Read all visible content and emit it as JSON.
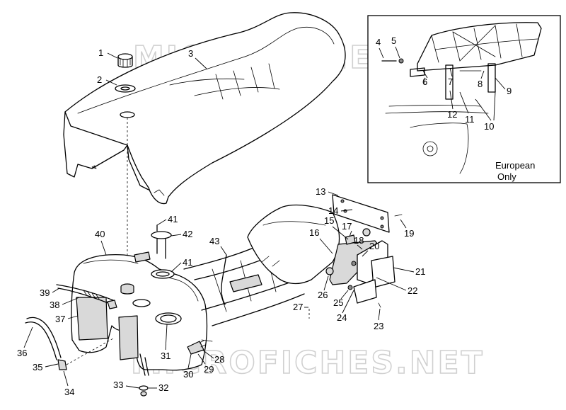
{
  "watermark": "MICROFICHES.NET",
  "inset": {
    "label_line1": "European",
    "label_line2": "Only"
  },
  "callouts": [
    "1",
    "2",
    "3",
    "4",
    "5",
    "6",
    "7",
    "8",
    "9",
    "10",
    "11",
    "12",
    "13",
    "14",
    "15",
    "16",
    "17",
    "18",
    "19",
    "20",
    "21",
    "22",
    "23",
    "24",
    "25",
    "26",
    "27",
    "28",
    "29",
    "30",
    "31",
    "32",
    "33",
    "34",
    "35",
    "36",
    "37",
    "38",
    "39",
    "40",
    "41",
    "42",
    "43"
  ]
}
